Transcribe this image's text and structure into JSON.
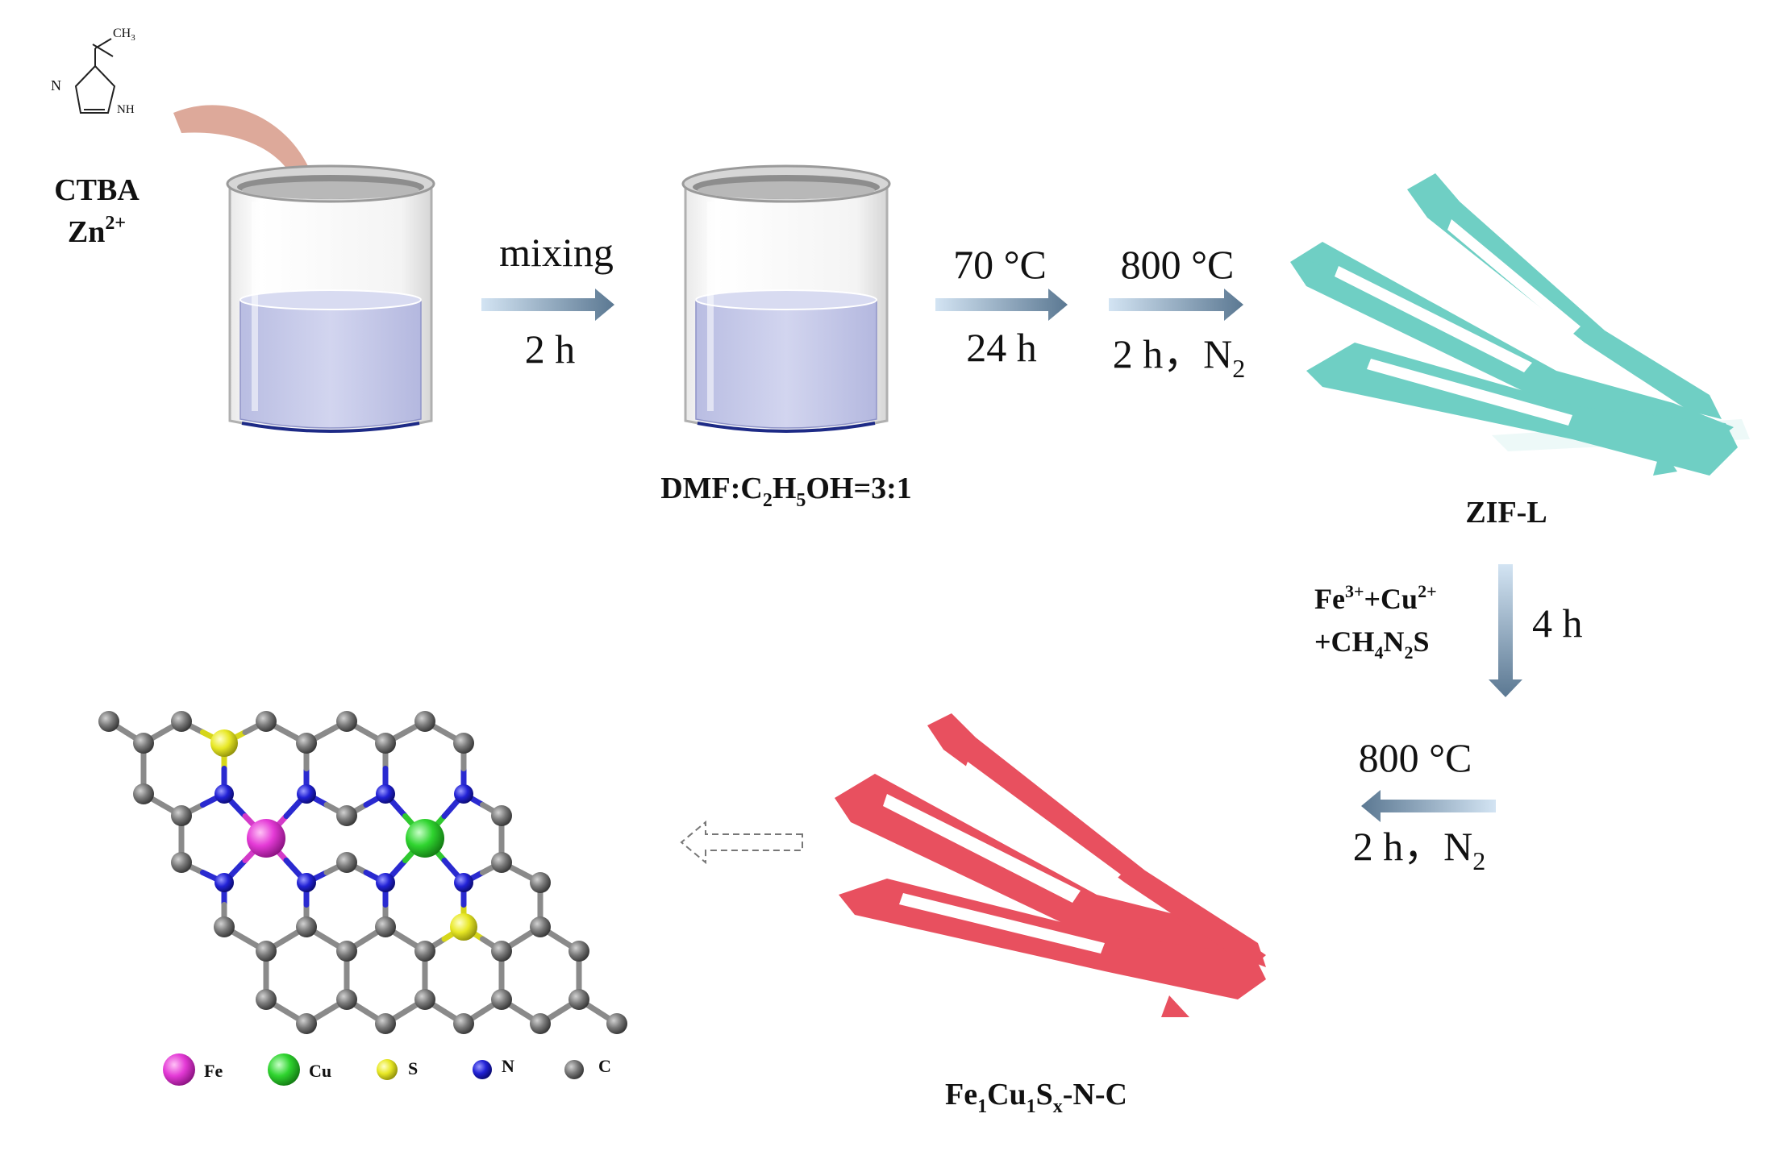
{
  "precursor": {
    "molecule_labels": {
      "methyl": "CH",
      "methyl_sub": "3",
      "n": "N",
      "nh": "NH"
    },
    "line1": "CTBA",
    "line2_base": "Zn",
    "line2_sup": "2+"
  },
  "step1": {
    "top": "mixing",
    "bottom": "2 h"
  },
  "solvent": {
    "a": "DMF:C",
    "b": "2",
    "c": "H",
    "d": "5",
    "e": "OH=3:1"
  },
  "step2": {
    "top": "70 °C",
    "bottom": "24 h"
  },
  "step3": {
    "top": "800 °C",
    "bottom_base": "2 h，N",
    "bottom_sub": "2"
  },
  "zif_label": "ZIF-L",
  "step4": {
    "l1_a": "Fe",
    "l1_b": "3+",
    "l1_c": "+Cu",
    "l1_d": "2+",
    "l2_a": "+CH",
    "l2_b": "4",
    "l2_c": "N",
    "l2_d": "2",
    "l2_e": "S",
    "time": "4 h"
  },
  "step5": {
    "top": "800 °C",
    "bottom_base": "2 h，N",
    "bottom_sub": "2"
  },
  "product": {
    "a": "Fe",
    "b": "1",
    "c": "Cu",
    "d": "1",
    "e": "S",
    "f": "x",
    "g": "-N-C"
  },
  "legend": [
    {
      "label": "Fe",
      "color": "#e43ad6"
    },
    {
      "label": "Cu",
      "color": "#2fd42f"
    },
    {
      "label": "S",
      "color": "#e8e826"
    },
    {
      "label": "N",
      "color": "#2222d6"
    },
    {
      "label": "C",
      "color": "#6b6b6b"
    }
  ],
  "colors": {
    "zif": "#6fcfc4",
    "product": "#e8505f",
    "liquid": "#c9cdea",
    "arrow_light": "#cfe0f0",
    "arrow_dark": "#5d7a94",
    "curved_arrow": "#d9a08f"
  }
}
